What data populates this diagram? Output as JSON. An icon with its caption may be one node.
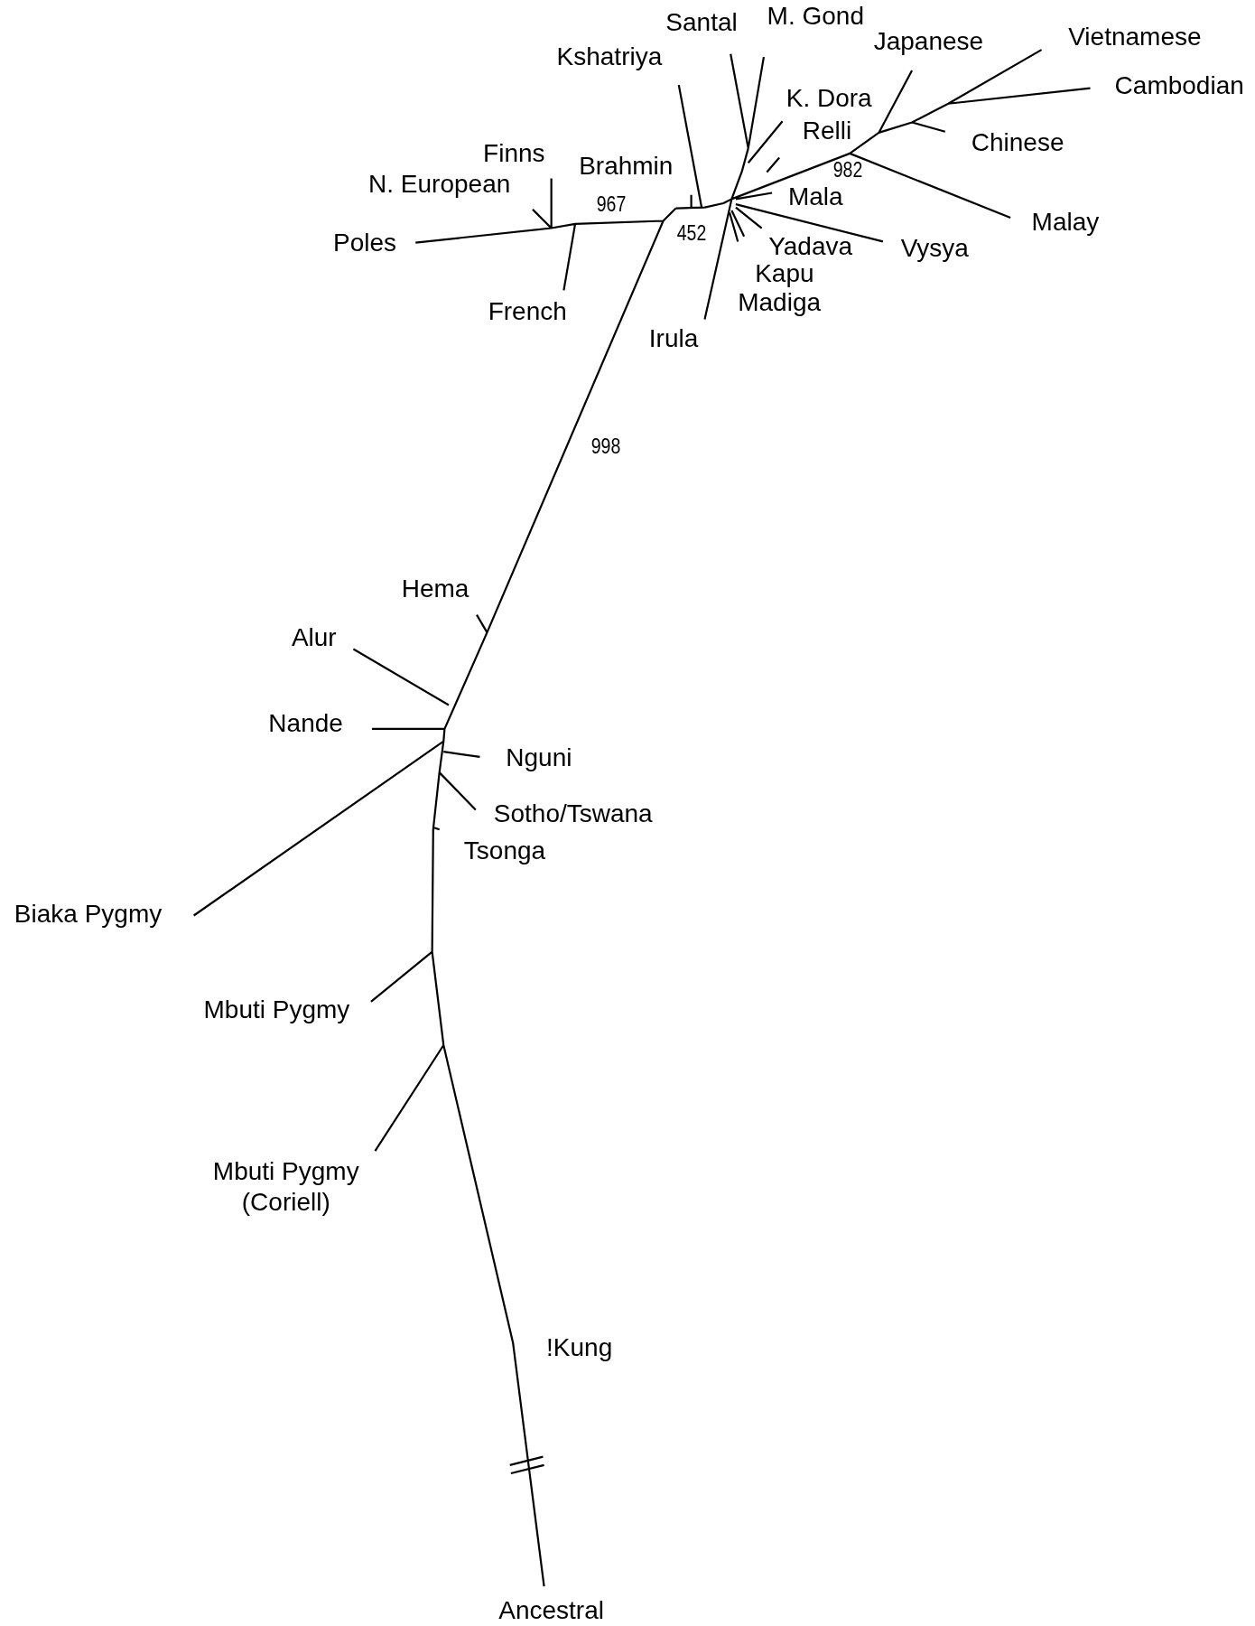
{
  "diagram": {
    "labels": [
      "M. Gond",
      "Santal",
      "Vietnamese",
      "Kshatriya",
      "Japanese",
      "Cambodian",
      "K. Dora",
      "Relli",
      "Chinese",
      "Finns",
      "Brahmin",
      "982",
      "N. European",
      "Mala",
      "967",
      "Malay",
      "Poles",
      "452",
      "Yadava",
      "Vysya",
      "Kapu",
      "Madiga",
      "French",
      "Irula",
      "998",
      "Hema",
      "Alur",
      "Nande",
      "Nguni",
      "Sotho/Tswana",
      "Tsonga",
      "Biaka Pygmy",
      "Mbuti Pygmy",
      "Mbuti Pygmy (Coriell)",
      "!Kung",
      "Ancestral"
    ]
  }
}
